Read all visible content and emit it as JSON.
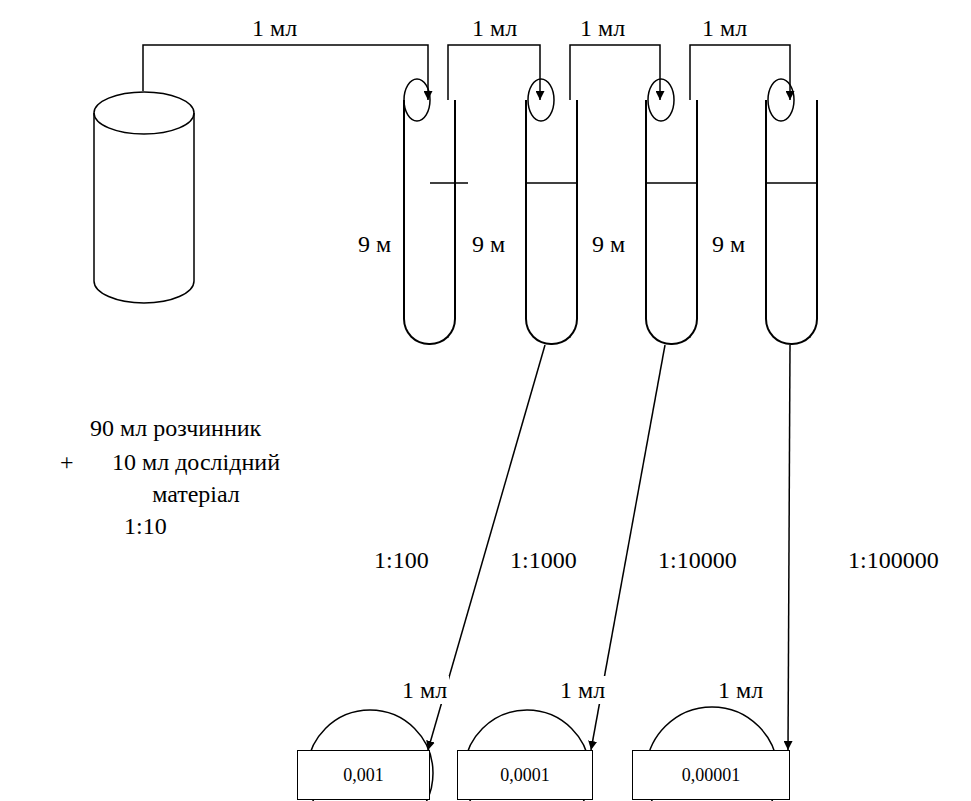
{
  "diagram": {
    "nodes": [
      {
        "text": [
          "90 мл розчинник",
          "+",
          "10 мл дослідний матеріал",
          "1:10"
        ]
      },
      {
        "text": [
          "9 м"
        ]
      },
      {
        "text": [
          "9 м"
        ]
      },
      {
        "text": [
          "9 м"
        ]
      },
      {
        "text": [
          "9 м"
        ]
      },
      {
        "text": [
          "0,001"
        ]
      },
      {
        "text": [
          "0,0001"
        ]
      },
      {
        "text": [
          "0,00001"
        ]
      }
    ],
    "edges": [
      {
        "from": 0,
        "to": 1,
        "arrow": "to",
        "label": "1 мл"
      },
      {
        "from": 1,
        "to": 2,
        "arrow": "to",
        "label": "1 мл"
      },
      {
        "from": 2,
        "to": 3,
        "arrow": "to",
        "label": "1 мл"
      },
      {
        "from": 3,
        "to": 4,
        "arrow": "to",
        "label": "1 мл"
      },
      {
        "from": 2,
        "to": 5,
        "arrow": "to",
        "label": "1 мл"
      },
      {
        "from": 3,
        "to": 6,
        "arrow": "to",
        "label": "1 мл"
      },
      {
        "from": 4,
        "to": 7,
        "arrow": "to",
        "label": "1 мл"
      }
    ],
    "labels": [
      "1:100",
      "1:1000",
      "1:10000",
      "1:100000"
    ]
  }
}
